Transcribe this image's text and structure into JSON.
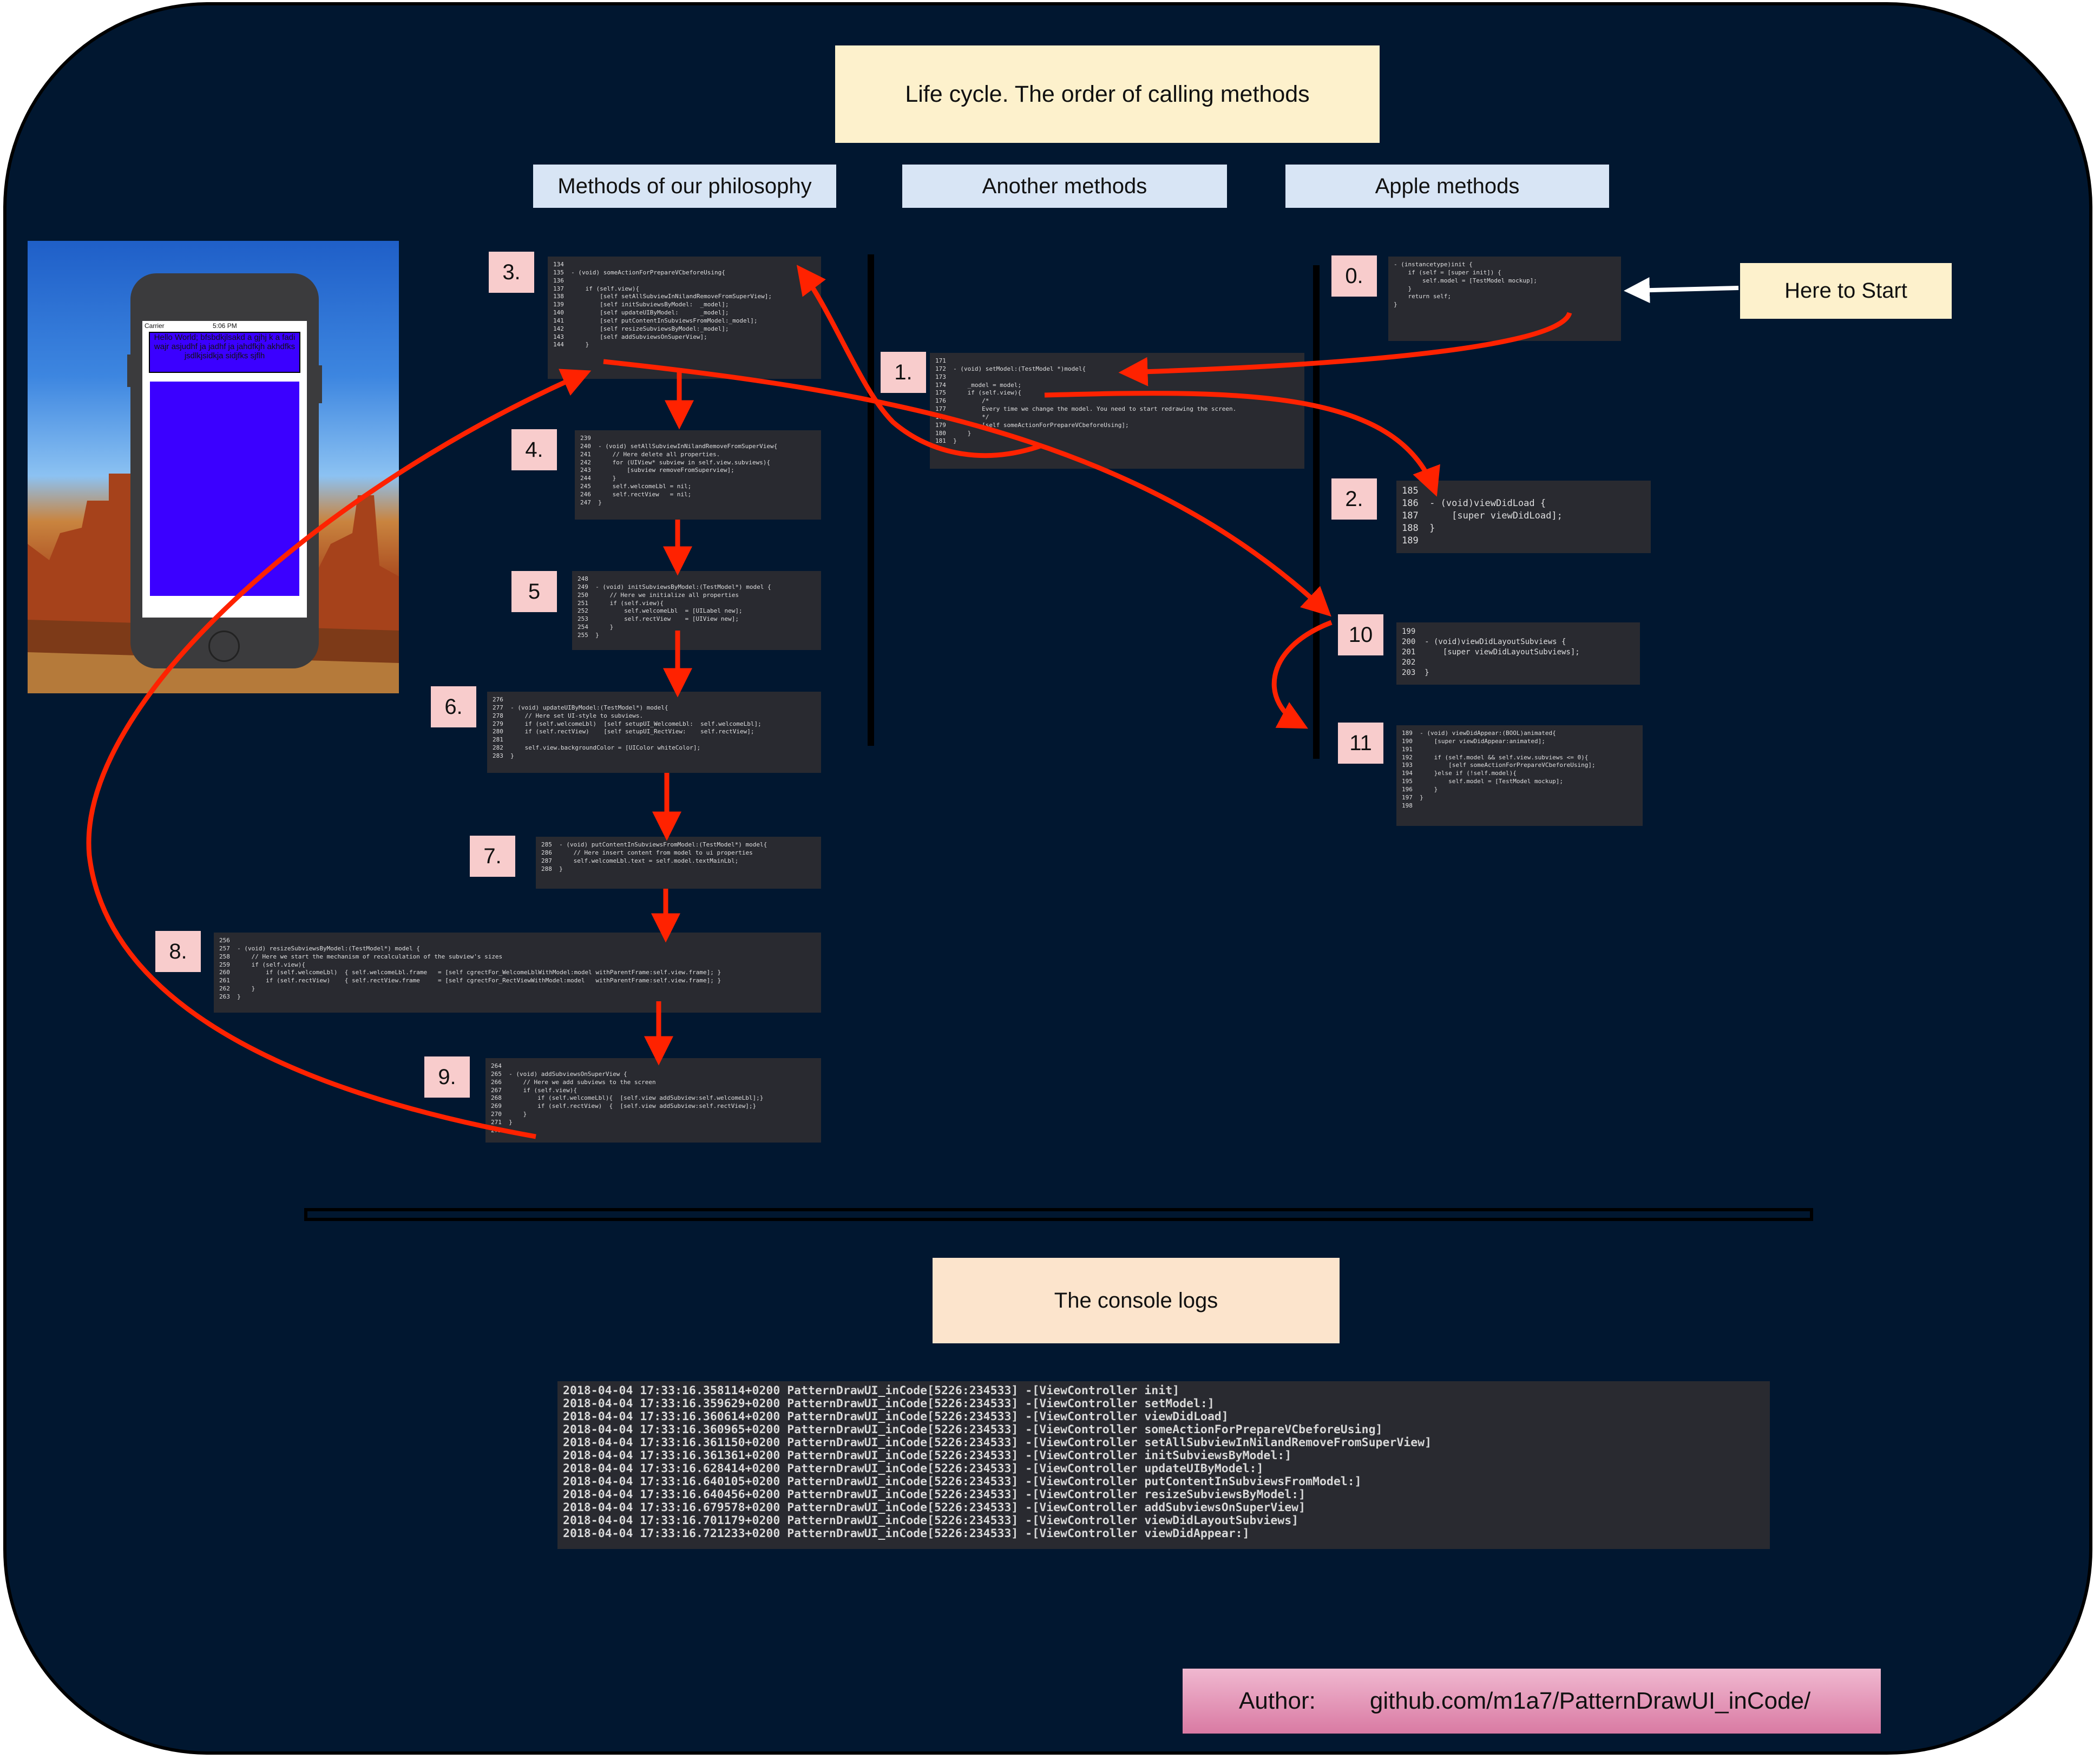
{
  "title": "Life cycle. The order of calling methods",
  "columns": {
    "philosophy": "Methods of our philosophy",
    "another": "Another methods",
    "apple": "Apple methods"
  },
  "here_to_start": "Here to Start",
  "phone": {
    "carrier": "Carrier",
    "time": "5:06 PM",
    "label_text": "Hello World; bfsbdkjlsakd a gjhj k a fadi wajr asjudhf ja jadhf ja jahdfkjh akhdfks jsdlkjsidkja sidjfks sjflh"
  },
  "steps": [
    {
      "label": "0.",
      "code": [
        "- (instancetype)init {",
        "",
        "    if (self = [super init]) {",
        "        self.model = [TestModel mockup];",
        "    }",
        "    return self;",
        "}"
      ]
    },
    {
      "label": "1.",
      "code": [
        "171",
        "172  - (void) setModel:(TestModel *)model{",
        "173",
        "174      _model = model;",
        "175      if (self.view){",
        "176          /*",
        "177          Every time we change the model. You need to start redrawing the screen.",
        "178          */",
        "179          [self someActionForPrepareVCbeforeUsing];",
        "180      }",
        "181  }"
      ]
    },
    {
      "label": "2.",
      "code": [
        "185",
        "186  - (void)viewDidLoad {",
        "187      [super viewDidLoad];",
        "188  }",
        "189"
      ]
    },
    {
      "label": "3.",
      "code": [
        "134",
        "135  - (void) someActionForPrepareVCbeforeUsing{",
        "136",
        "137      if (self.view){",
        "138          [self setAllSubviewInNilandRemoveFromSuperView];",
        "139          [self initSubviewsByModel:  _model];",
        "140          [self updateUIByModel:      _model];",
        "141          [self putContentInSubviewsFromModel:_model];",
        "142          [self resizeSubviewsByModel:_model];",
        "143          [self addSubviewsOnSuperView];",
        "144      }"
      ]
    },
    {
      "label": "4.",
      "code": [
        "239",
        "240  - (void) setAllSubviewInNilandRemoveFromSuperView{",
        "241      // Here delete all properties.",
        "242      for (UIView* subview in self.view.subviews){",
        "243          [subview removeFromSuperview];",
        "244      }",
        "245      self.welcomeLbl = nil;",
        "246      self.rectView   = nil;",
        "247  }"
      ]
    },
    {
      "label": "5",
      "code": [
        "248",
        "249  - (void) initSubviewsByModel:(TestModel*) model {",
        "250      // Here we initialize all properties",
        "251      if (self.view){",
        "252          self.welcomeLbl  = [UILabel new];",
        "253          self.rectView    = [UIView new];",
        "254      }",
        "255  }"
      ]
    },
    {
      "label": "6.",
      "code": [
        "276",
        "277  - (void) updateUIByModel:(TestModel*) model{",
        "278      // Here set UI-style to subviews.",
        "279      if (self.welcomeLbl)  [self setupUI_WelcomeLbl:  self.welcomeLbl];",
        "280      if (self.rectView)    [self setupUI_RectView:    self.rectView];",
        "281",
        "282      self.view.backgroundColor = [UIColor whiteColor];",
        "283  }"
      ]
    },
    {
      "label": "7.",
      "code": [
        "285  - (void) putContentInSubviewsFromModel:(TestModel*) model{",
        "286      // Here insert content from model to ui properties",
        "287      self.welcomeLbl.text = self.model.textMainLbl;",
        "288  }"
      ]
    },
    {
      "label": "8.",
      "code": [
        "256",
        "257  - (void) resizeSubviewsByModel:(TestModel*) model {",
        "258      // Here we start the mechanism of recalculation of the subview's sizes",
        "259      if (self.view){",
        "260          if (self.welcomeLbl)  { self.welcomeLbl.frame   = [self cgrectFor_WelcomeLblWithModel:model withParentFrame:self.view.frame]; }",
        "261          if (self.rectView)    { self.rectView.frame     = [self cgrectFor_RectViewWithModel:model   withParentFrame:self.view.frame]; }",
        "262      }",
        "263  }"
      ]
    },
    {
      "label": "9.",
      "code": [
        "264",
        "265  - (void) addSubviewsOnSuperView {",
        "266      // Here we add subviews to the screen",
        "267      if (self.view){",
        "268          if (self.welcomeLbl){  [self.view addSubview:self.welcomeLbl];}",
        "269          if (self.rectView)  {  [self.view addSubview:self.rectView];}",
        "270      }",
        "271  }",
        "272"
      ]
    },
    {
      "label": "10",
      "code": [
        "199",
        "200  - (void)viewDidLayoutSubviews {",
        "201      [super viewDidLayoutSubviews];",
        "202",
        "203  }"
      ]
    },
    {
      "label": "11",
      "code": [
        "189  - (void) viewDidAppear:(BOOL)animated{",
        "190      [super viewDidAppear:animated];",
        "191",
        "192      if (self.model && self.view.subviews <= 0){",
        "193          [self someActionForPrepareVCbeforeUsing];",
        "194      }else if (!self.model){",
        "195          self.model = [TestModel mockup];",
        "196      }",
        "197  }",
        "198"
      ]
    }
  ],
  "console_title": "The console logs",
  "console_lines": [
    "2018-04-04 17:33:16.358114+0200 PatternDrawUI_inCode[5226:234533] -[ViewController init]",
    "2018-04-04 17:33:16.359629+0200 PatternDrawUI_inCode[5226:234533] -[ViewController setModel:]",
    "2018-04-04 17:33:16.360614+0200 PatternDrawUI_inCode[5226:234533] -[ViewController viewDidLoad]",
    "2018-04-04 17:33:16.360965+0200 PatternDrawUI_inCode[5226:234533] -[ViewController someActionForPrepareVCbeforeUsing]",
    "2018-04-04 17:33:16.361150+0200 PatternDrawUI_inCode[5226:234533] -[ViewController setAllSubviewInNilandRemoveFromSuperView]",
    "2018-04-04 17:33:16.361361+0200 PatternDrawUI_inCode[5226:234533] -[ViewController initSubviewsByModel:]",
    "2018-04-04 17:33:16.628414+0200 PatternDrawUI_inCode[5226:234533] -[ViewController updateUIByModel:]",
    "2018-04-04 17:33:16.640105+0200 PatternDrawUI_inCode[5226:234533] -[ViewController putContentInSubviewsFromModel:]",
    "2018-04-04 17:33:16.640456+0200 PatternDrawUI_inCode[5226:234533] -[ViewController resizeSubviewsByModel:]",
    "2018-04-04 17:33:16.679578+0200 PatternDrawUI_inCode[5226:234533] -[ViewController addSubviewsOnSuperView]",
    "2018-04-04 17:33:16.701179+0200 PatternDrawUI_inCode[5226:234533] -[ViewController viewDidLayoutSubviews]",
    "2018-04-04 17:33:16.721233+0200 PatternDrawUI_inCode[5226:234533] -[ViewController viewDidAppear:]"
  ],
  "author_label": "Author:",
  "author_link": "github.com/m1a7/PatternDrawUI_inCode/",
  "colors": {
    "background": "#011730",
    "arrow": "#ff2200",
    "code_bg": "#292a30",
    "phone_content": "#3b00ff"
  }
}
